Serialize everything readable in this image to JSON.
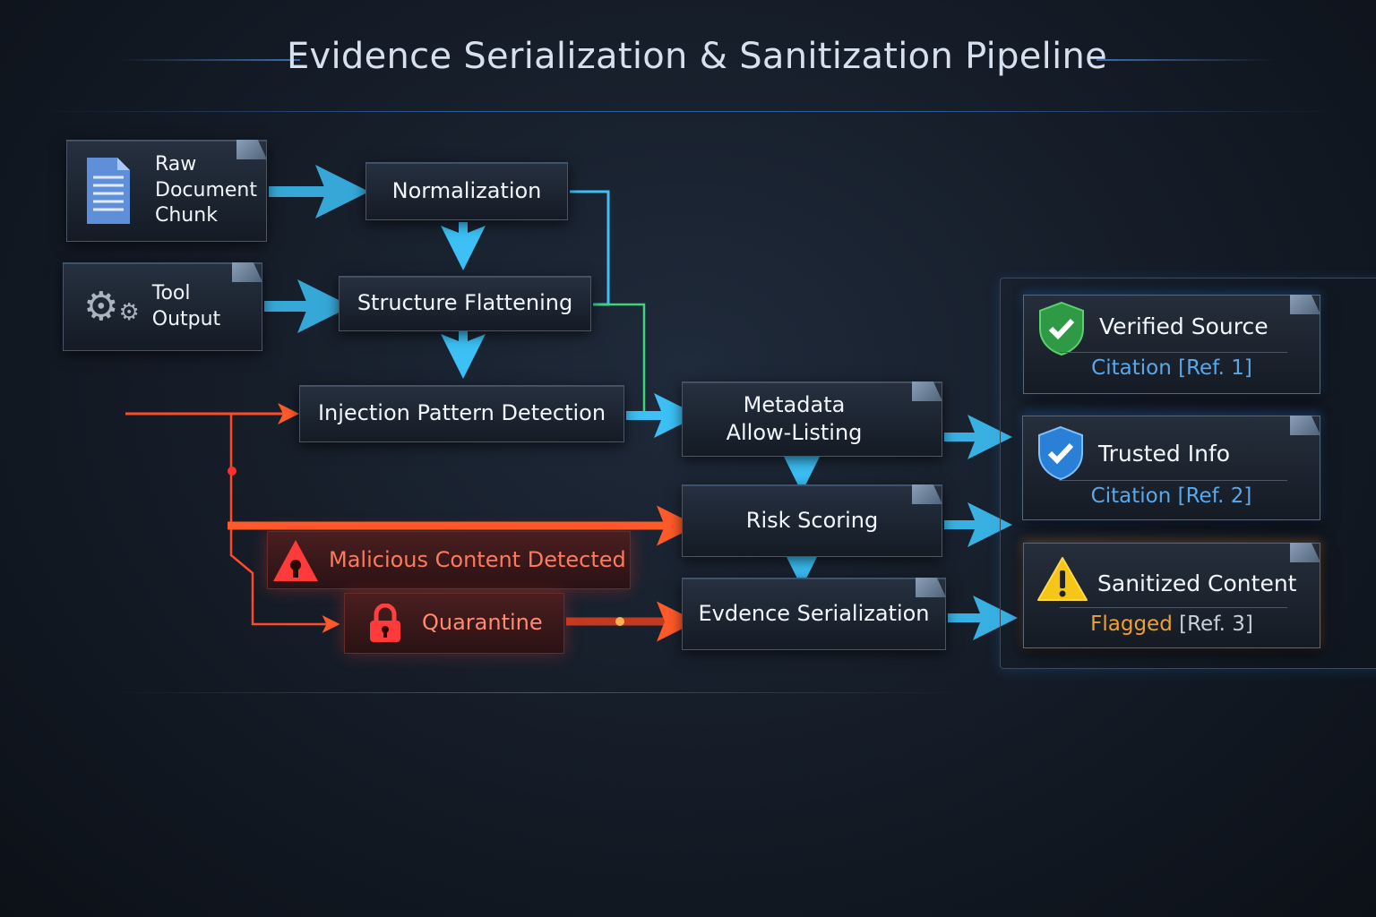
{
  "title": "Evidence Serialization & Sanitization Pipeline",
  "inputs": {
    "raw_document": "Raw Document Chunk",
    "tool_output": "Tool Output"
  },
  "stages": {
    "normalization": "Normalization",
    "structure_flattening": "Structure Flattening",
    "injection_detection": "Injection Pattern Detection",
    "metadata_allow_listing": "Metadata Allow-Listing",
    "risk_scoring": "Risk Scoring",
    "evidence_serialization": "Evdence Serialization"
  },
  "threat": {
    "malicious": "Malicious Content Detected",
    "quarantine": "Quarantine"
  },
  "outputs": [
    {
      "title": "Verified Source",
      "citation": "Citation",
      "ref": "[Ref. 1]"
    },
    {
      "title": "Trusted Info",
      "citation": "Citation",
      "ref": "[Ref. 2]"
    },
    {
      "title": "Sanitized Content",
      "status": "Flagged",
      "ref": "[Ref. 3]"
    }
  ],
  "colors": {
    "flow": "#3cc0f5",
    "threat": "#ff4a2a",
    "verified": "#2e9a45",
    "trusted": "#2a7fd6",
    "flagged": "#f0a030"
  }
}
